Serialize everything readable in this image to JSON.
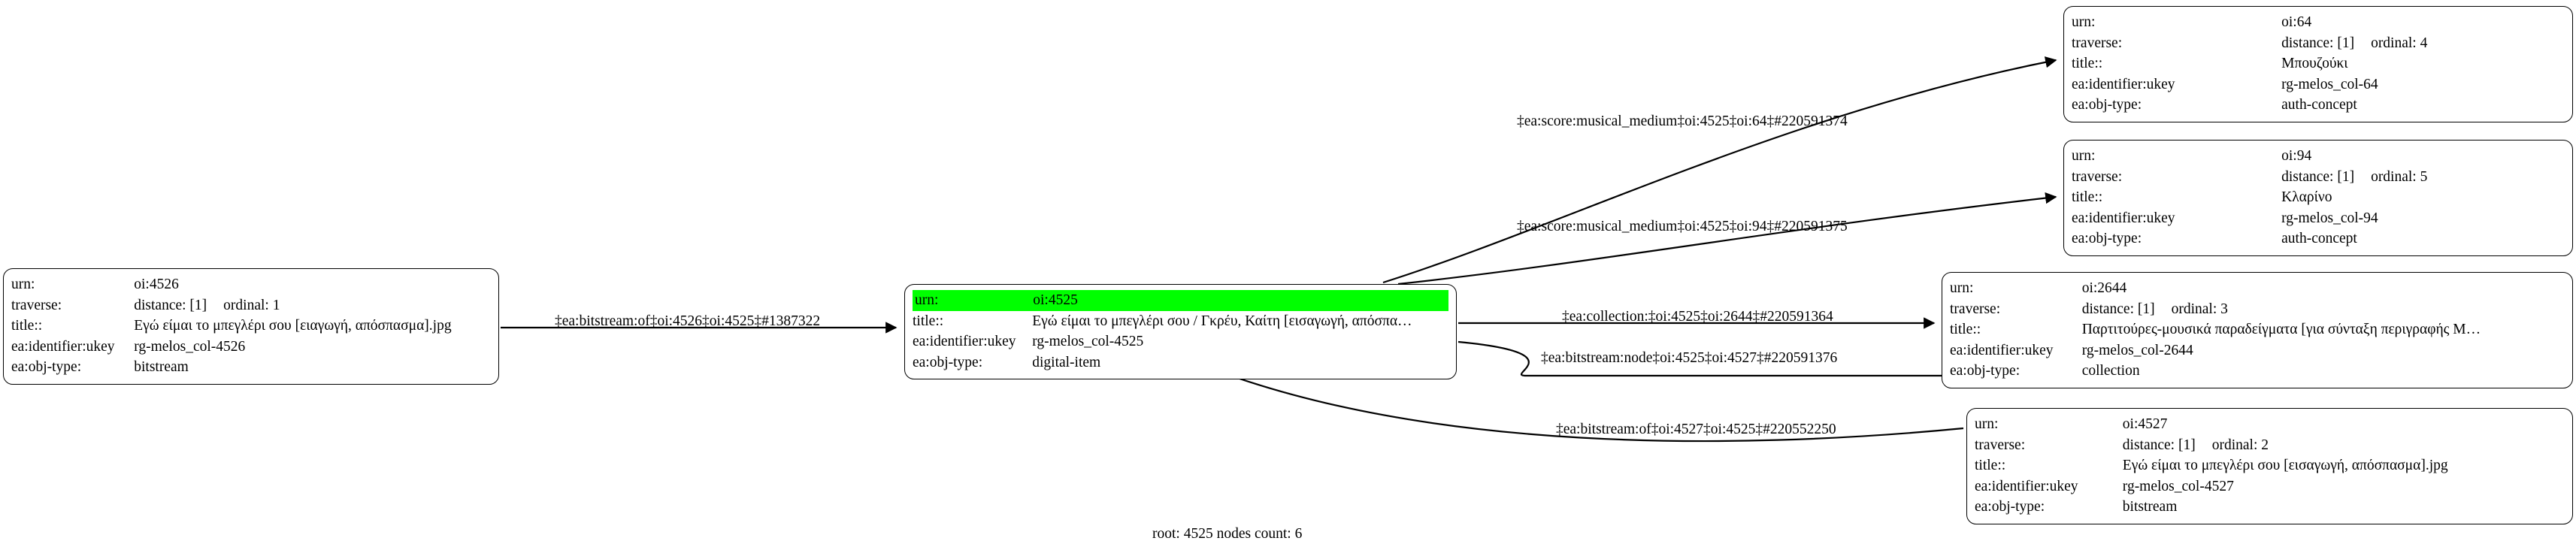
{
  "graph": {
    "caption": "root: 4525 nodes count: 6",
    "root_urn": "4525",
    "nodes_count": 6,
    "highlight_color": "#00ff00",
    "edge_color": "#000000",
    "node_border_color": "#000000",
    "background_color": "#ffffff"
  },
  "labels": {
    "urn": "urn:",
    "traverse": "traverse:",
    "title": "title::",
    "identifier": "ea:identifier:ukey",
    "objtype": "ea:obj-type:"
  },
  "nodes": [
    {
      "id": "oi4526",
      "urn": "oi:4526",
      "traverse": "distance: [1]",
      "traverse_ordinal": "ordinal: 1",
      "title": "Εγώ είμαι το μπεγλέρι σου [ειαγωγή, απόσπασμα].jpg",
      "identifier": "rg-melos_col-4526",
      "objtype": "bitstream",
      "highlighted": false,
      "has_traverse": true
    },
    {
      "id": "oi4525",
      "urn": "oi:4525",
      "traverse": "",
      "traverse_ordinal": "",
      "title": "Εγώ είμαι το μπεγλέρι σου / Γκρέυ, Καίτη [εισαγωγή, απόσπα…",
      "identifier": "rg-melos_col-4525",
      "objtype": "digital-item",
      "highlighted": true,
      "has_traverse": false
    },
    {
      "id": "oi64",
      "urn": "oi:64",
      "traverse": "distance: [1]",
      "traverse_ordinal": "ordinal: 4",
      "title": "Μπουζούκι",
      "identifier": "rg-melos_col-64",
      "objtype": "auth-concept",
      "highlighted": false,
      "has_traverse": true
    },
    {
      "id": "oi94",
      "urn": "oi:94",
      "traverse": "distance: [1]",
      "traverse_ordinal": "ordinal: 5",
      "title": "Κλαρίνο",
      "identifier": "rg-melos_col-94",
      "objtype": "auth-concept",
      "highlighted": false,
      "has_traverse": true
    },
    {
      "id": "oi2644",
      "urn": "oi:2644",
      "traverse": "distance: [1]",
      "traverse_ordinal": "ordinal: 3",
      "title": "Παρτιτούρες-μουσικά παραδείγματα [για σύνταξη περιγραφής Μ…",
      "identifier": "rg-melos_col-2644",
      "objtype": "collection",
      "highlighted": false,
      "has_traverse": true
    },
    {
      "id": "oi4527",
      "urn": "oi:4527",
      "traverse": "distance: [1]",
      "traverse_ordinal": "ordinal: 2",
      "title": "Εγώ είμαι το μπεγλέρι σου [εισαγωγή, απόσπασμα].jpg",
      "identifier": "rg-melos_col-4527",
      "objtype": "bitstream",
      "highlighted": false,
      "has_traverse": true
    }
  ],
  "edges": [
    {
      "id": "e-4526-4525",
      "label": "‡ea:bitstream:of‡oi:4526‡oi:4525‡#1387322",
      "from": "oi4526",
      "to": "oi4525",
      "relation": "ea:bitstream:of",
      "edge_id": "#1387322"
    },
    {
      "id": "e-4525-64",
      "label": "‡ea:score:musical_medium‡oi:4525‡oi:64‡#220591374",
      "from": "oi4525",
      "to": "oi64",
      "relation": "ea:score:musical_medium",
      "edge_id": "#220591374"
    },
    {
      "id": "e-4525-94",
      "label": "‡ea:score:musical_medium‡oi:4525‡oi:94‡#220591375",
      "from": "oi4525",
      "to": "oi94",
      "relation": "ea:score:musical_medium",
      "edge_id": "#220591375"
    },
    {
      "id": "e-4525-2644",
      "label": "‡ea:collection:‡oi:4525‡oi:2644‡#220591364",
      "from": "oi4525",
      "to": "oi2644",
      "relation": "ea:collection:",
      "edge_id": "#220591364"
    },
    {
      "id": "e-4525-4527",
      "label": "‡ea:bitstream:node‡oi:4525‡oi:4527‡#220591376",
      "from": "oi4525",
      "to": "oi4527",
      "relation": "ea:bitstream:node",
      "edge_id": "#220591376"
    },
    {
      "id": "e-4527-4525",
      "label": "‡ea:bitstream:of‡oi:4527‡oi:4525‡#220552250",
      "from": "oi4527",
      "to": "oi4525",
      "relation": "ea:bitstream:of",
      "edge_id": "#220552250"
    }
  ]
}
